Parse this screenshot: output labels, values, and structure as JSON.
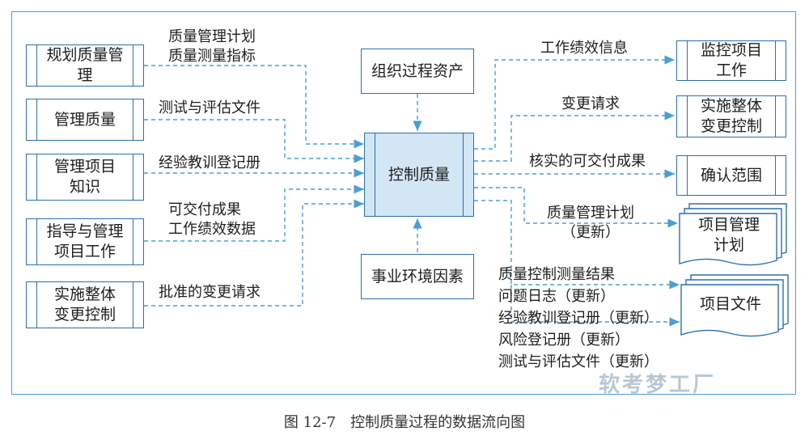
{
  "inputs": [
    {
      "name": "规划质量管理"
    },
    {
      "name": "管理质量"
    },
    {
      "name": "管理项目知识"
    },
    {
      "name": "指导与管理项目工作"
    },
    {
      "name": "实施整体变更控制"
    }
  ],
  "input_labels": [
    "质量管理计划\n质量测量指标",
    "测试与评估文件",
    "经验教训登记册",
    "可交付成果\n工作绩效数据",
    "批准的变更请求"
  ],
  "center": {
    "process": "控制质量",
    "top_input": "组织过程资产",
    "bottom_input": "事业环境因素"
  },
  "outputs": [
    {
      "label": "工作绩效信息",
      "target": "监控项目工作"
    },
    {
      "label": "变更请求",
      "target": "实施整体变更控制"
    },
    {
      "label": "核实的可交付成果",
      "target": "确认范围"
    },
    {
      "label": "质量管理计划\n（更新）",
      "target": "项目管理计划"
    },
    {
      "label": "质量控制测量结果\n问题日志（更新）\n经验教训登记册（更新）\n风险登记册（更新）\n测试与评估文件（更新）",
      "target": "项目文件"
    }
  ],
  "caption": "图 12-7　控制质量过程的数据流向图",
  "watermark": "软考梦工厂"
}
